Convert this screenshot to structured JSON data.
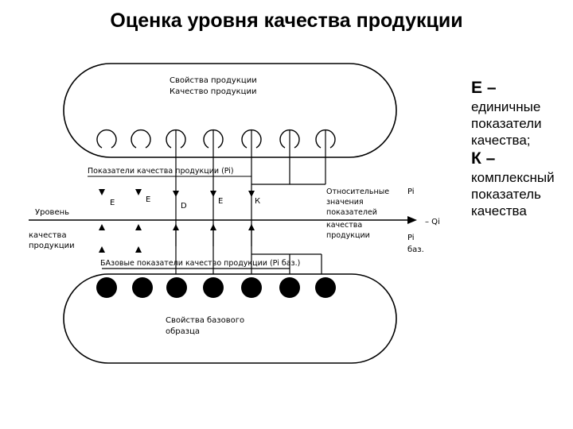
{
  "title": "Оценка уровня качества продукции",
  "top_oval": {
    "line1": "Свойства продукции",
    "line2": "Качество продукции"
  },
  "bottom_oval": {
    "line1": "Свойства базового",
    "line2": "образца"
  },
  "indicators_label": "Показатели качества продукции (Pi)",
  "base_indicators_label": "БАзовые показатели качество продукции (Pi баз.)",
  "level_label": "Уровень",
  "quality_label_line1": "качества",
  "quality_label_line2": "продукции",
  "markers": [
    "Е",
    "Е",
    "D",
    "Е",
    "К"
  ],
  "relative": {
    "line1": "Относительные",
    "line2": "значения",
    "line3": "показателей",
    "line4": "качества",
    "line5": "продукции"
  },
  "pi_label": "Pi",
  "qi_label": "– Qi",
  "pi_base_line1": "Pi",
  "pi_base_line2": "баз.",
  "legend": {
    "e_letter": "Е –",
    "e_desc1": "единичные",
    "e_desc2": "показатели",
    "e_desc3": "качества;",
    "k_letter": "К –",
    "k_desc1": "комплексный",
    "k_desc2": "показатель",
    "k_desc3": "качества"
  }
}
